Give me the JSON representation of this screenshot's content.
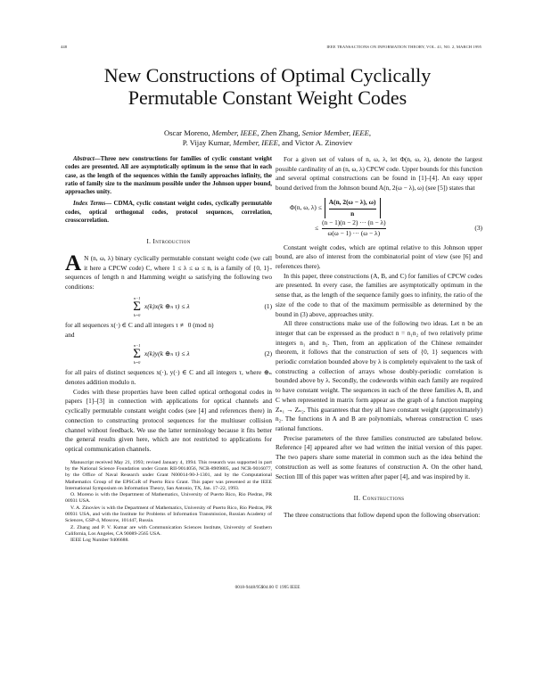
{
  "header": {
    "page_number": "448",
    "journal": "IEEE TRANSACTIONS ON INFORMATION THEORY, VOL. 41, NO. 2, MARCH 1995"
  },
  "title": {
    "line1": "New Constructions of Optimal Cyclically",
    "line2": "Permutable Constant Weight Codes"
  },
  "authors": {
    "a1": "Oscar Moreno, ",
    "a1_role": "Member, IEEE,",
    "a2": " Zhen Zhang, ",
    "a2_role": "Senior Member, IEEE,",
    "a3": "P. Vijay Kumar, ",
    "a3_role": "Member, IEEE,",
    "a4": " and Victor A. Zinoviev"
  },
  "abstract": {
    "label": "Abstract—",
    "text": "Three new constructions for families of cyclic constant weight codes are presented. All are asymptotically optimum in the sense that in each case, as the length of the sequences within the family approaches infinity, the ratio of family size to the maximum possible under the Johnson upper bound, approaches unity.",
    "index_label": "Index Terms—",
    "index_text": " CDMA, cyclic constant weight codes, cyclically permutable codes, optical orthogonal codes, protocol sequences, correlation, crosscorrelation."
  },
  "sections": {
    "intro_heading": "I. Introduction",
    "constructions_heading": "II. Constructions"
  },
  "intro": {
    "dropcap": "A",
    "p1": "N (n, ω, λ) binary cyclically permutable constant weight code (we call it here a CPCW code) C, where 1 ≤ λ ≤ ω ≤ n, is a family of {0, 1}-sequences of length n and Hamming weight ω satisfying the following two conditions:",
    "eq1_upper": "n−1",
    "eq1_lower": "k=0",
    "eq1_body": "x(k)x(k ⊕ₙ τ) ≤ λ",
    "eq1_num": "(1)",
    "p2": "for all sequences x(·) ∈ C and all integers τ ≢ 0   (mod n)",
    "p2b": "and",
    "eq2_upper": "n−1",
    "eq2_lower": "k=0",
    "eq2_body": "x(k)y(k ⊕ₙ τ) ≤ λ",
    "eq2_num": "(2)",
    "p3": "for all pairs of distinct sequences x(·), y(·) ∈ C and all integers τ, where ⊕ₙ denotes addition modulo n.",
    "p4": "Codes with these properties have been called optical orthogonal codes in papers [1]–[3] in connection with applications for optical channels and cyclically permutable constant weight codes (see [4] and references there) in connection to constructing protocol sequences for the multiuser collision channel without feedback. We use the latter terminology because it fits better the general results given here, which are not restricted to applications for optical communication channels."
  },
  "footnotes": {
    "f1": "Manuscript received May 21, 1993; revised January 4, 1994. This research was supported in part by the National Science Foundation under Grants RII-9014056, NCR-8909805, and NCR-9016077, by the Office of Naval Research under Grant N00014-90-J-1301, and by the Computational Mathematics Group of the EPSCoR of Puerto Rico Grant. This paper was presented at the IEEE International Symposium on Information Theory, San Antonio, TX, Jan. 17–22, 1993.",
    "f2": "O. Moreno is with the Department of Mathematics, University of Puerto Rico, Rio Piedras, PR 00931 USA.",
    "f3": "V. A. Zinoviev is with the Department of Mathematics, University of Puerto Rico, Rio Piedras, PR 00931 USA, and with the Institute for Problems of Information Transmission, Russian Academy of Sciences, GSP-4, Moscow, 101447, Russia.",
    "f4": "Z. Zhang and P. V. Kumar are with Communication Sciences Institute, University of Southern California, Los Angeles, CA 90089-2565 USA.",
    "f5": "IEEE Log Number 9406688."
  },
  "right_column": {
    "p1": "For a given set of values of n, ω, λ, let Φ(n, ω, λ), denote the largest possible cardinality of an (n, ω, λ) CPCW code. Upper bounds for this function and several optimal constructions can be found in [1]–[4]. An easy upper bound derived from the Johnson bound A(n, 2(ω − λ), ω) (see [5]) states that",
    "eq3_lhs": "Φ(n, ω, λ) ≤",
    "eq3_num_top": "A(n, 2(ω − λ), ω)",
    "eq3_den_top": "n",
    "eq3_le": "≤",
    "eq3_num_bot": "(n − 1)(n − 2) ··· (n − λ)",
    "eq3_den_bot": "ω(ω − 1) ··· (ω − λ)",
    "eq3_num": "(3)",
    "p2": "Constant weight codes, which are optimal relative to this Johnson upper bound, are also of interest from the combinatorial point of view (see [6] and references there).",
    "p3": "In this paper, three constructions (A, B, and C) for families of CPCW codes are presented. In every case, the families are asymptotically optimum in the sense that, as the length of the sequence family goes to infinity, the ratio of the size of the code to that of the maximum permissible as determined by the bound in (3) above, approaches unity.",
    "p4": "All three constructions make use of the following two ideas. Let n be an integer that can be expressed as the product n = n₁n₂ of two relatively prime integers n₁ and n₂. Then, from an application of the Chinese remainder theorem, it follows that the construction of sets of {0, 1} sequences with periodic correlation bounded above by λ is completely equivalent to the task of constructing a collection of arrays whose doubly-periodic correlation is bounded above by λ. Secondly, the codewords within each family are required to have constant weight. The sequences in each of the three families A, B, and C when represented in matrix form appear as the graph of a function mapping Zₙ₁ → Zₙ₂. This guarantees that they all have constant weight (approximately) n₂. The functions in A and B are polynomials, whereas construction C uses rational functions.",
    "p5": "Precise parameters of the three families constructed are tabulated below. Reference [4] appeared after we had written the initial version of this paper. The two papers share some material in common such as the idea behind the construction as well as some features of construction A. On the other hand, Section III of this paper was written after paper [4], and was inspired by it.",
    "p6": "The three constructions that follow depend upon the following observation:"
  },
  "footer": {
    "copyright": "0018-9448/95$04.00 © 1995 IEEE"
  }
}
